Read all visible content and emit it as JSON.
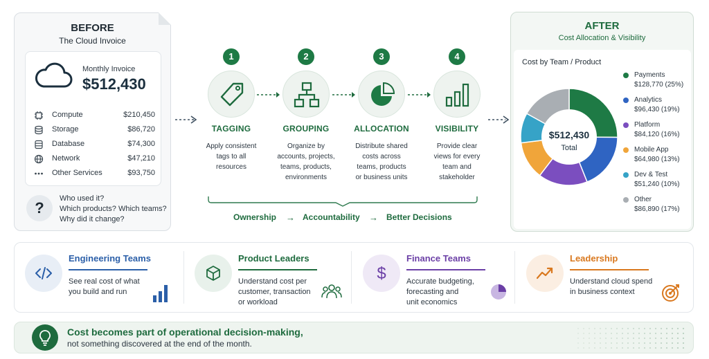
{
  "before": {
    "title": "BEFORE",
    "subtitle": "The Cloud Invoice",
    "invoice_label": "Monthly Invoice",
    "invoice_amount": "$512,430",
    "rows": [
      {
        "name": "Compute",
        "value": "$210,450",
        "icon": "chip-icon"
      },
      {
        "name": "Storage",
        "value": "$86,720",
        "icon": "storage-icon"
      },
      {
        "name": "Database",
        "value": "$74,300",
        "icon": "database-icon"
      },
      {
        "name": "Network",
        "value": "$47,210",
        "icon": "globe-icon"
      },
      {
        "name": "Other Services",
        "value": "$93,750",
        "icon": "dots-icon"
      }
    ],
    "questions": [
      "Who used it?",
      "Which products? Which teams?",
      "Why did it change?"
    ],
    "question_mark": "?"
  },
  "steps": [
    {
      "number": "1",
      "title": "TAGGING",
      "desc": [
        "Apply consistent",
        "tags to all",
        "resources"
      ],
      "icon": "tag-icon"
    },
    {
      "number": "2",
      "title": "GROUPING",
      "desc": [
        "Organize by",
        "accounts, projects,",
        "teams, products,",
        "environments"
      ],
      "icon": "hierarchy-icon"
    },
    {
      "number": "3",
      "title": "ALLOCATION",
      "desc": [
        "Distribute shared",
        "costs across",
        "teams, products",
        "or business units"
      ],
      "icon": "pie-icon"
    },
    {
      "number": "4",
      "title": "VISIBILITY",
      "desc": [
        "Provide clear",
        "views for every",
        "team and",
        "stakeholder"
      ],
      "icon": "bar-chart-icon"
    }
  ],
  "flow": [
    "Ownership",
    "Accountability",
    "Better Decisions"
  ],
  "flow_arrow": "→",
  "after": {
    "title": "AFTER",
    "subtitle": "Cost Allocation & Visibility"
  },
  "chart_data": {
    "type": "pie",
    "title": "Cost by Team / Product",
    "center_value": "$512,430",
    "center_label": "Total",
    "categories": [
      "Payments",
      "Analytics",
      "Platform",
      "Mobile App",
      "Dev & Test",
      "Other"
    ],
    "values": [
      128770,
      96430,
      84120,
      64980,
      51240,
      86890
    ],
    "value_labels": [
      "$128,770 (25%)",
      "$96,430 (19%)",
      "$84,120 (16%)",
      "$64,980 (13%)",
      "$51,240 (10%)",
      "$86,890 (17%)"
    ],
    "colors": [
      "#1e7a45",
      "#2f64c2",
      "#7b4ebf",
      "#f0a53a",
      "#36a3c7",
      "#a9aeb3"
    ]
  },
  "audiences": [
    {
      "name": "Engineering Teams",
      "desc": [
        "See real cost of what",
        "you build and run"
      ],
      "color": "#2b5fa8",
      "bg": "#e8eef6",
      "icon": "code-icon",
      "side_icon": "bar-chart-icon"
    },
    {
      "name": "Product Leaders",
      "desc": [
        "Understand cost per",
        "customer, transaction",
        "or workload"
      ],
      "color": "#1e6b3e",
      "bg": "#e8f1eb",
      "icon": "cube-icon",
      "side_icon": "people-icon"
    },
    {
      "name": "Finance Teams",
      "desc": [
        "Accurate budgeting,",
        "forecasting and",
        "unit economics"
      ],
      "color": "#6b3fa6",
      "bg": "#efe9f6",
      "icon": "dollar-icon",
      "side_icon": "pie-icon"
    },
    {
      "name": "Leadership",
      "desc": [
        "Understand cloud spend",
        "in business context"
      ],
      "color": "#d9781e",
      "bg": "#fbeee2",
      "icon": "trend-up-icon",
      "side_icon": "target-icon"
    }
  ],
  "footer": {
    "headline": "Cost becomes part of operational decision-making,",
    "subline": "not something discovered at the end of the month.",
    "icon": "lightbulb-icon"
  }
}
